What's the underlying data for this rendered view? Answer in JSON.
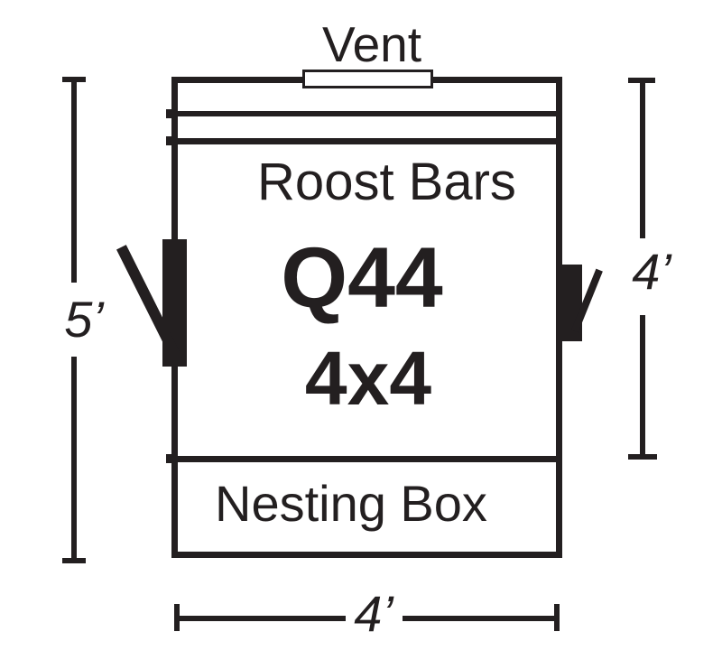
{
  "colors": {
    "ink": "#231f20",
    "background": "#ffffff"
  },
  "labels": {
    "vent": "Vent",
    "roost_bars": "Roost Bars",
    "model": "Q44",
    "size": "4x4",
    "nesting_box": "Nesting Box"
  },
  "dimensions": {
    "left_height": "5’",
    "right_height": "4’",
    "bottom_width": "4’"
  }
}
